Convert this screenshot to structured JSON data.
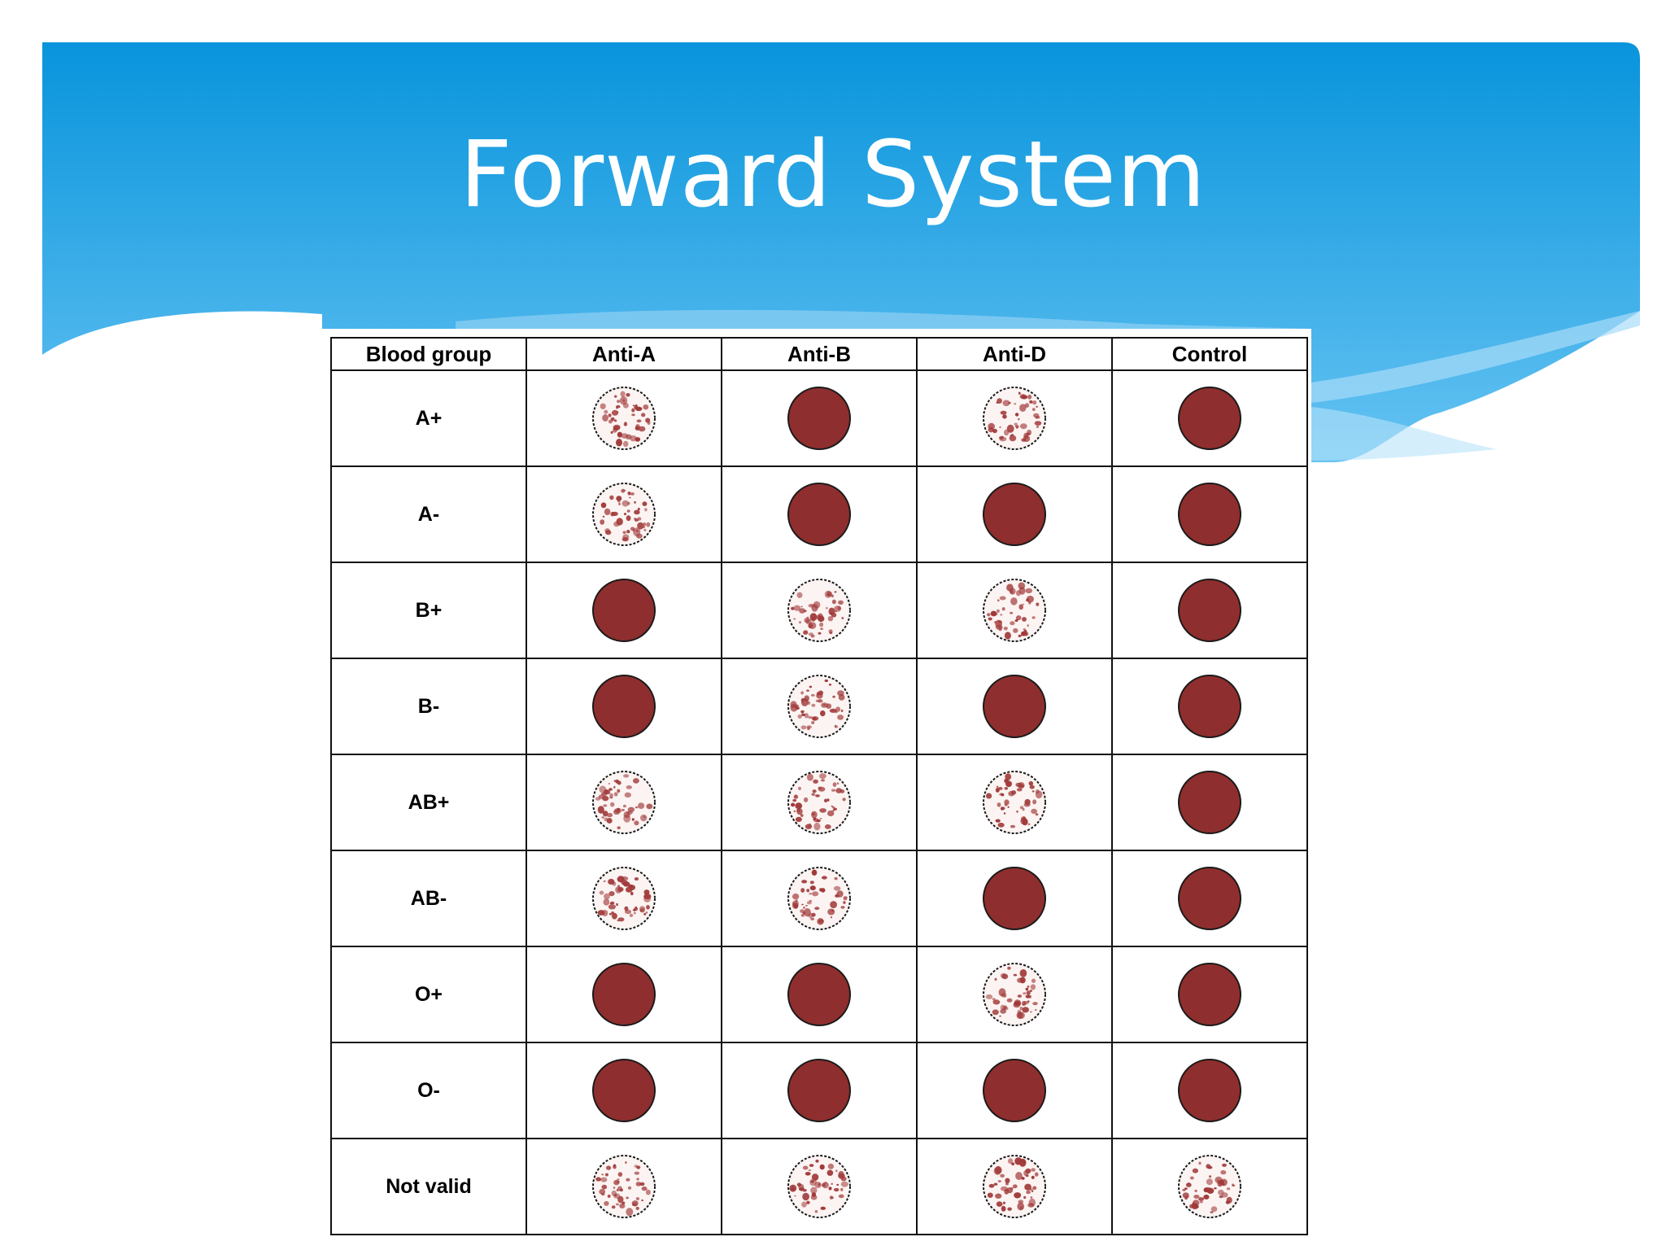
{
  "slide": {
    "title": "Forward System"
  },
  "colors": {
    "header_top": "#0894dc",
    "header_bottom": "#66c3f2",
    "wave_light": "#a8dcf8",
    "cell_red": "#8f2e2e",
    "cell_outline": "#1a1a1a",
    "agglutination_dot": "#a13a3a"
  },
  "legend": {
    "agglutinated": "speckled-well-icon",
    "not_agglutinated": "solid-red-well-icon"
  },
  "table": {
    "headers": [
      "Blood group",
      "Anti-A",
      "Anti-B",
      "Anti-D",
      "Control"
    ],
    "rows": [
      {
        "group": "A+",
        "cells": [
          "agglutinated",
          "solid",
          "agglutinated",
          "solid"
        ]
      },
      {
        "group": "A-",
        "cells": [
          "agglutinated",
          "solid",
          "solid",
          "solid"
        ]
      },
      {
        "group": "B+",
        "cells": [
          "solid",
          "agglutinated",
          "agglutinated",
          "solid"
        ]
      },
      {
        "group": "B-",
        "cells": [
          "solid",
          "agglutinated",
          "solid",
          "solid"
        ]
      },
      {
        "group": "AB+",
        "cells": [
          "agglutinated",
          "agglutinated",
          "agglutinated",
          "solid"
        ]
      },
      {
        "group": "AB-",
        "cells": [
          "agglutinated",
          "agglutinated",
          "solid",
          "solid"
        ]
      },
      {
        "group": "O+",
        "cells": [
          "solid",
          "solid",
          "agglutinated",
          "solid"
        ]
      },
      {
        "group": "O-",
        "cells": [
          "solid",
          "solid",
          "solid",
          "solid"
        ]
      },
      {
        "group": "Not valid",
        "cells": [
          "agglutinated",
          "agglutinated",
          "agglutinated",
          "agglutinated"
        ]
      }
    ]
  }
}
